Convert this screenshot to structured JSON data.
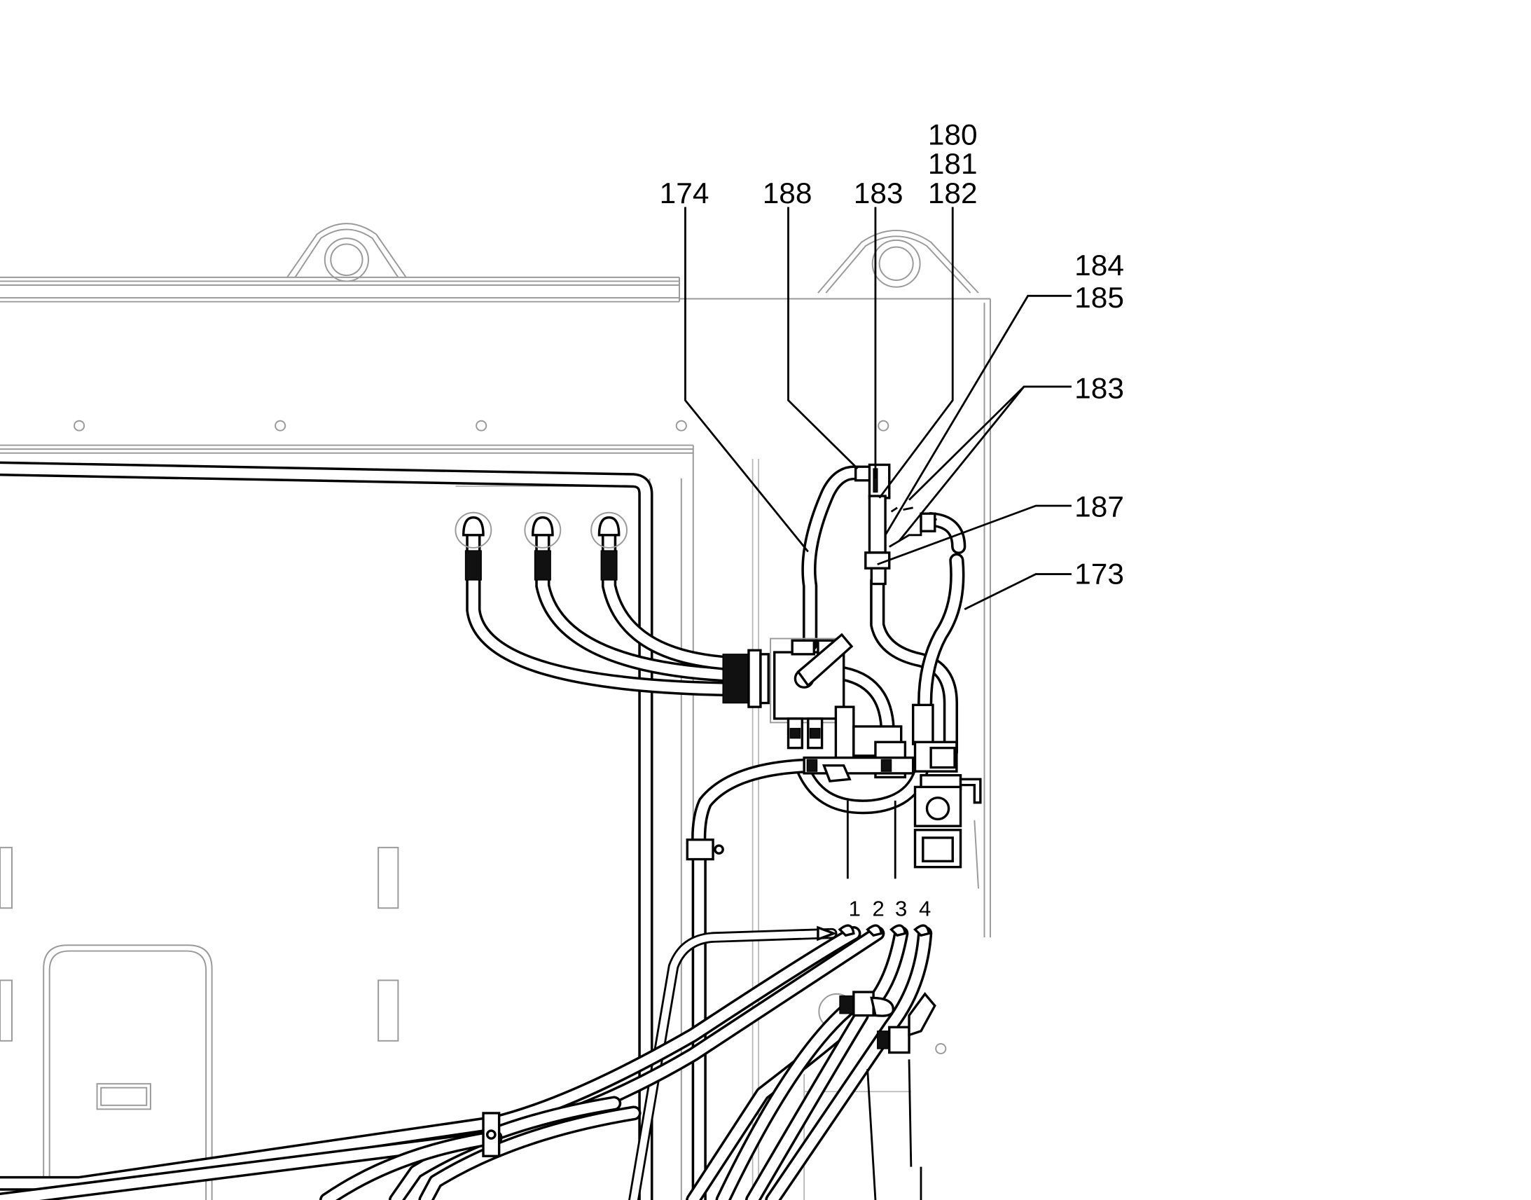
{
  "callouts": {
    "c174": "174",
    "c188": "188",
    "c183_top": "183",
    "c180": "180",
    "c181": "181",
    "c182": "182",
    "c184": "184",
    "c185": "185",
    "c183_right": "183",
    "c187": "187",
    "c173": "173"
  },
  "ports": {
    "p1": "1",
    "p2": "2",
    "p3": "3",
    "p4": "4"
  }
}
